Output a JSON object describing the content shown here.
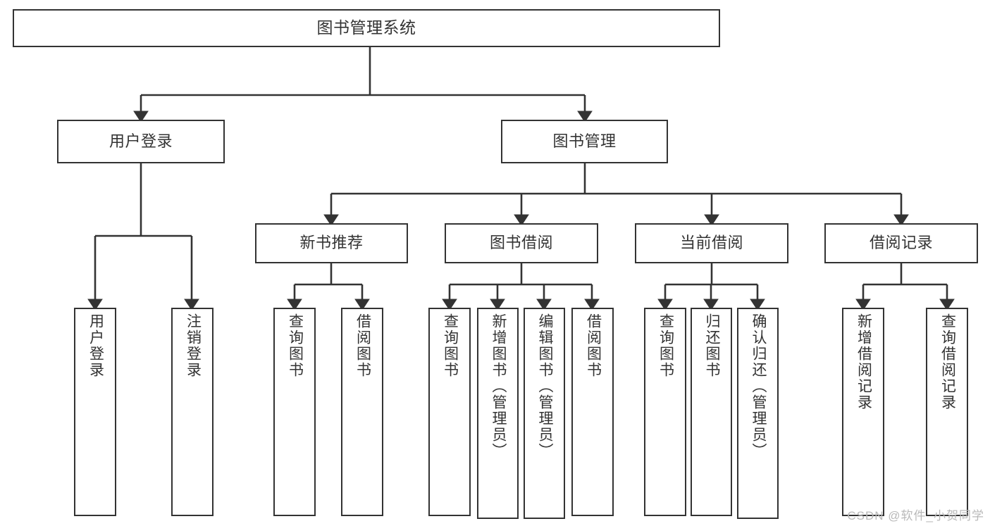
{
  "diagram": {
    "title": "图书管理系统",
    "watermark": "CSDN @软件_小贺同学",
    "line_color": "#333333",
    "text_color": "#333333",
    "background": "#ffffff",
    "nodes": {
      "root": {
        "label": "图书管理系统"
      },
      "level1": [
        {
          "id": "user-login",
          "label": "用户登录"
        },
        {
          "id": "book-manage",
          "label": "图书管理"
        }
      ],
      "level2": [
        {
          "id": "new-book-recommend",
          "label": "新书推荐"
        },
        {
          "id": "book-borrow",
          "label": "图书借阅"
        },
        {
          "id": "current-borrow",
          "label": "当前借阅"
        },
        {
          "id": "borrow-record",
          "label": "借阅记录"
        }
      ],
      "leaves": {
        "user-login": [
          {
            "id": "leaf-user-login",
            "label": "用户登录"
          },
          {
            "id": "leaf-logout-login",
            "label": "注销登录"
          }
        ],
        "new-book-recommend": [
          {
            "id": "leaf-query-book-1",
            "label": "查询图书"
          },
          {
            "id": "leaf-borrow-book-1",
            "label": "借阅图书"
          }
        ],
        "book-borrow": [
          {
            "id": "leaf-query-book-2",
            "label": "查询图书"
          },
          {
            "id": "leaf-add-book-admin",
            "label": "新增图书（管理员）"
          },
          {
            "id": "leaf-edit-book-admin",
            "label": "编辑图书（管理员）"
          },
          {
            "id": "leaf-borrow-book-2",
            "label": "借阅图书"
          }
        ],
        "current-borrow": [
          {
            "id": "leaf-query-book-3",
            "label": "查询图书"
          },
          {
            "id": "leaf-return-book",
            "label": "归还图书"
          },
          {
            "id": "leaf-confirm-return-admin",
            "label": "确认归还（管理员）"
          }
        ],
        "borrow-record": [
          {
            "id": "leaf-add-borrow-record",
            "label": "新增借阅记录"
          },
          {
            "id": "leaf-query-borrow-record",
            "label": "查询借阅记录"
          }
        ]
      }
    }
  }
}
